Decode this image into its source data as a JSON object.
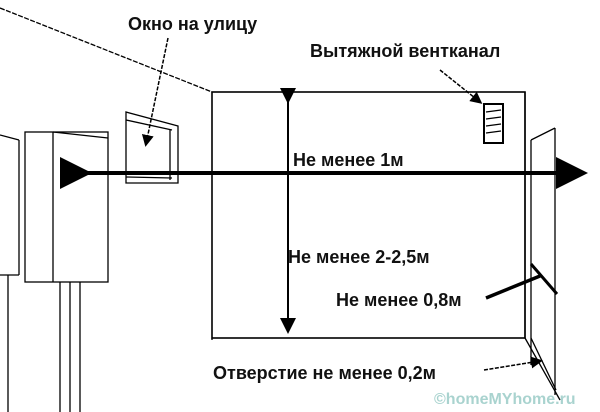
{
  "labels": {
    "window": "Окно на улицу",
    "vent": "Вытяжной вентканал",
    "width": "Не менее 1м",
    "height": "Не менее 2-2,5м",
    "door": "Не менее 0,8м",
    "opening": "Отверстие не менее 0,2м"
  },
  "watermark": "©homeMYhome.ru"
}
